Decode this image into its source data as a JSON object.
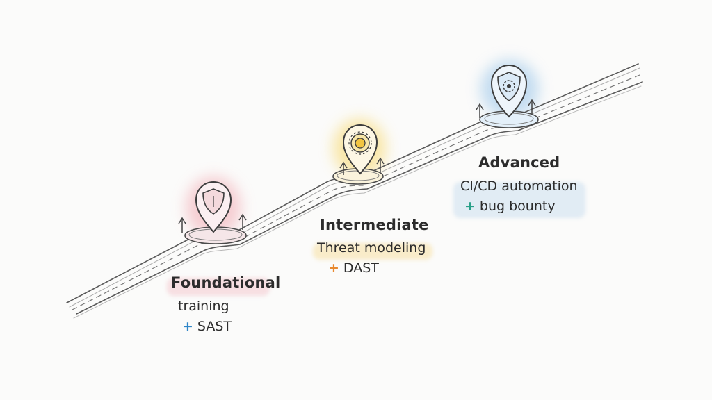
{
  "stages": [
    {
      "title": "Foundational",
      "line1": "training",
      "line2": "SAST",
      "plus": "+",
      "icon": "shield-icon",
      "color": "#e8838f",
      "plus_color": "#2f86c8"
    },
    {
      "title": "Intermediate",
      "line1": "Threat modeling",
      "line2": "DAST",
      "plus": "+",
      "icon": "gear-icon",
      "color": "#f2c541",
      "plus_color": "#e8892e"
    },
    {
      "title": "Advanced",
      "line1": "CI/CD automation",
      "line2": "bug bounty",
      "plus": "+",
      "icon": "gear-shield-icon",
      "color": "#7fb3df",
      "plus_color": "#2aa189"
    }
  ]
}
